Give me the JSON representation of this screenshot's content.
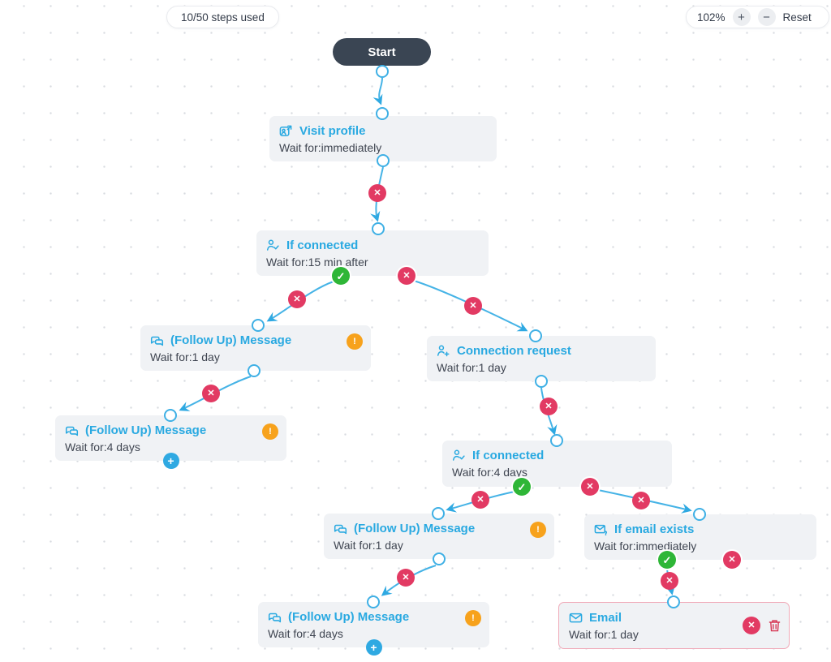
{
  "header": {
    "steps_used": "10/50 steps used",
    "zoom_level": "102%",
    "zoom_in": "+",
    "zoom_out": "−",
    "reset": "Reset"
  },
  "start_label": "Start",
  "glyphs": {
    "x": "✕",
    "check": "✓",
    "warning": "!",
    "plus": "+"
  },
  "colors": {
    "accent_blue": "#29a9e1",
    "node_bg": "#f0f2f5",
    "red": "#e23a63",
    "orange": "#f7a21c",
    "green": "#2eb637",
    "start_bg": "#3a4553",
    "email_selected_border": "#f0aab8"
  },
  "nodes": [
    {
      "icon": "visit-profile-icon",
      "title": "Visit profile",
      "wait": "Wait for:immediately"
    },
    {
      "icon": "person-check-icon",
      "title": "If connected",
      "wait": "Wait for:15 min after"
    },
    {
      "icon": "chat-icon",
      "title": "(Follow Up) Message",
      "wait": "Wait for:1 day"
    },
    {
      "icon": "chat-icon",
      "title": "(Follow Up) Message",
      "wait": "Wait for:4 days"
    },
    {
      "icon": "person-plus-icon",
      "title": "Connection request",
      "wait": "Wait for:1 day"
    },
    {
      "icon": "person-check-icon",
      "title": "If connected",
      "wait": "Wait for:4 days"
    },
    {
      "icon": "chat-icon",
      "title": "(Follow Up) Message",
      "wait": "Wait for:1 day"
    },
    {
      "icon": "mail-check-icon",
      "title": "If email exists",
      "wait": "Wait for:immediately"
    },
    {
      "icon": "chat-icon",
      "title": "(Follow Up) Message",
      "wait": "Wait for:4 days"
    },
    {
      "icon": "mail-icon",
      "title": "Email",
      "wait": "Wait for:1 day"
    }
  ]
}
